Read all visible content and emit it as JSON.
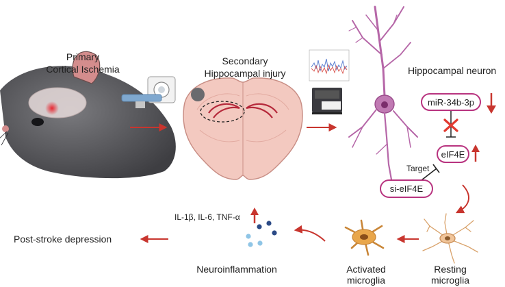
{
  "labels": {
    "primary_line1": "Primary",
    "primary_line2": "Cortical Ischemia",
    "secondary_line1": "Secondary",
    "secondary_line2": "Hippocampal injury",
    "hippocampal_neuron": "Hippocampal neuron",
    "mirna": "miR-34b-3p",
    "eif4e": "eIF4E",
    "target": "Target",
    "si_eif4e": "si-eIF4E",
    "cytokines": "IL-1β, IL-6, TNF-α",
    "post_stroke": "Post-stroke depression",
    "neuroinflammation": "Neuroinflammation",
    "activated_line1": "Activated",
    "activated_line2": "microglia",
    "resting_line1": "Resting",
    "resting_line2": "microglia"
  },
  "colors": {
    "arrow_red": "#c8352e",
    "pill_border": "#b8337f",
    "neuron": "#b667a8",
    "brain_fill": "#f3c9c0",
    "brain_stroke": "#c98f86",
    "mouse_fill": "#555559",
    "microglia_activated": "#e9a64a",
    "microglia_resting": "#f1c59a",
    "cytokine_dark": "#2b4a86",
    "cytokine_light": "#8fc5e6"
  },
  "icons": {
    "mri_scanner": "mri-scanner-icon",
    "sequencer": "sequencing-machine-icon",
    "sequencing_plot": "sequencing-plot-icon",
    "inhibition_cross": "red-x-icon",
    "up_arrow": "up-arrow-icon",
    "down_arrow": "down-arrow-icon"
  }
}
